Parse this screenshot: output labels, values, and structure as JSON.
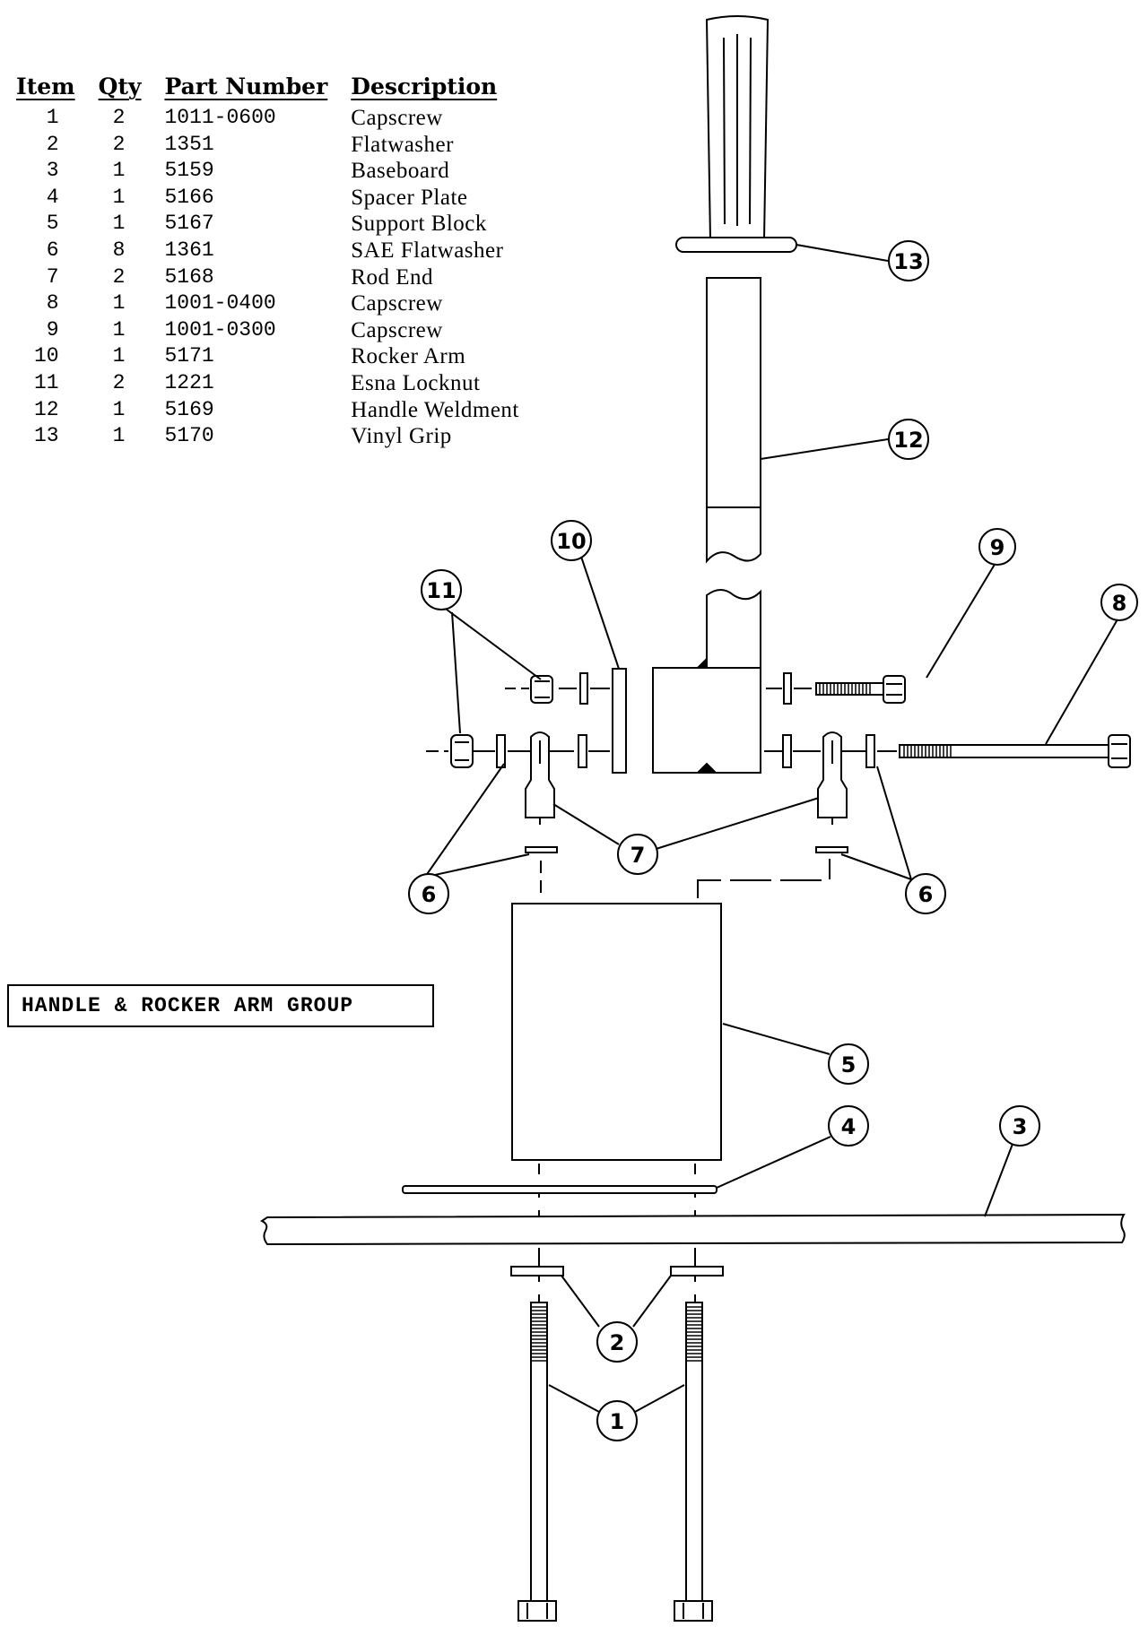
{
  "parts_list": {
    "headers": [
      "Item",
      "Qty",
      "Part Number",
      "Description"
    ],
    "rows": [
      {
        "item": "1",
        "qty": "2",
        "part_number": "1011-0600",
        "description": "Capscrew"
      },
      {
        "item": "2",
        "qty": "2",
        "part_number": "1351",
        "description": "Flatwasher"
      },
      {
        "item": "3",
        "qty": "1",
        "part_number": "5159",
        "description": "Baseboard"
      },
      {
        "item": "4",
        "qty": "1",
        "part_number": "5166",
        "description": "Spacer Plate"
      },
      {
        "item": "5",
        "qty": "1",
        "part_number": "5167",
        "description": "Support Block"
      },
      {
        "item": "6",
        "qty": "8",
        "part_number": "1361",
        "description": "SAE Flatwasher"
      },
      {
        "item": "7",
        "qty": "2",
        "part_number": "5168",
        "description": "Rod End"
      },
      {
        "item": "8",
        "qty": "1",
        "part_number": "1001-0400",
        "description": "Capscrew"
      },
      {
        "item": "9",
        "qty": "1",
        "part_number": "1001-0300",
        "description": "Capscrew"
      },
      {
        "item": "10",
        "qty": "1",
        "part_number": "5171",
        "description": "Rocker Arm"
      },
      {
        "item": "11",
        "qty": "2",
        "part_number": "1221",
        "description": "Esna Locknut"
      },
      {
        "item": "12",
        "qty": "1",
        "part_number": "5169",
        "description": "Handle Weldment"
      },
      {
        "item": "13",
        "qty": "1",
        "part_number": "5170",
        "description": "Vinyl Grip"
      }
    ]
  },
  "group_title": "HANDLE & ROCKER ARM GROUP",
  "callouts": {
    "c1": "1",
    "c2": "2",
    "c3": "3",
    "c4": "4",
    "c5": "5",
    "c6a": "6",
    "c6b": "6",
    "c7": "7",
    "c8": "8",
    "c9": "9",
    "c10": "10",
    "c11": "11",
    "c12": "12",
    "c13": "13"
  }
}
